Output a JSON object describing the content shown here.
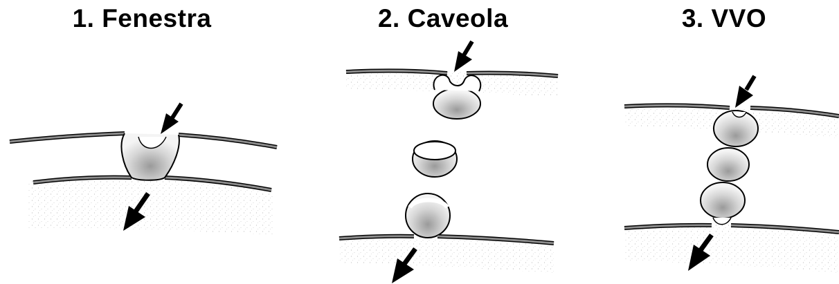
{
  "panels": [
    {
      "title": "1. Fenestra"
    },
    {
      "title": "2. Caveola"
    },
    {
      "title": "3. VVO"
    }
  ],
  "colors": {
    "ink": "#000000",
    "membrane": "#8c8c8c",
    "stipple": "#c9c9c9",
    "background": "#ffffff"
  },
  "icons": [
    "arrow-icon"
  ]
}
